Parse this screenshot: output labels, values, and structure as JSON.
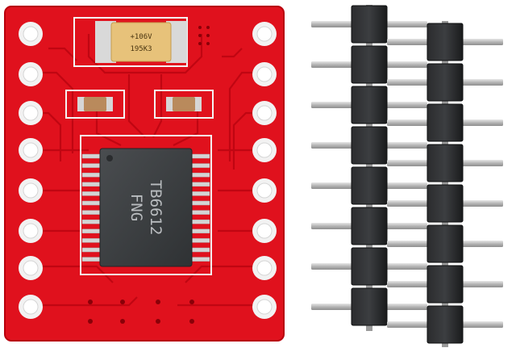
{
  "capacitor": {
    "line1": "+106V",
    "line2": "195K3"
  },
  "chip": {
    "line1": "TB6612",
    "line2": "FNG"
  },
  "colors": {
    "board": "#e0111d",
    "board_edge": "#b8000c",
    "trace": "#c00612",
    "pad_ring": "#f2f2f2",
    "chip": "#3a3d40",
    "header_plastic": "#1e1f21",
    "header_pin": "#c9c9c9",
    "capacitor": "#e7c27a"
  },
  "icons": [
    "pcb-board",
    "motor-driver-chip",
    "tantalum-capacitor",
    "smd-capacitor",
    "pin-header"
  ]
}
